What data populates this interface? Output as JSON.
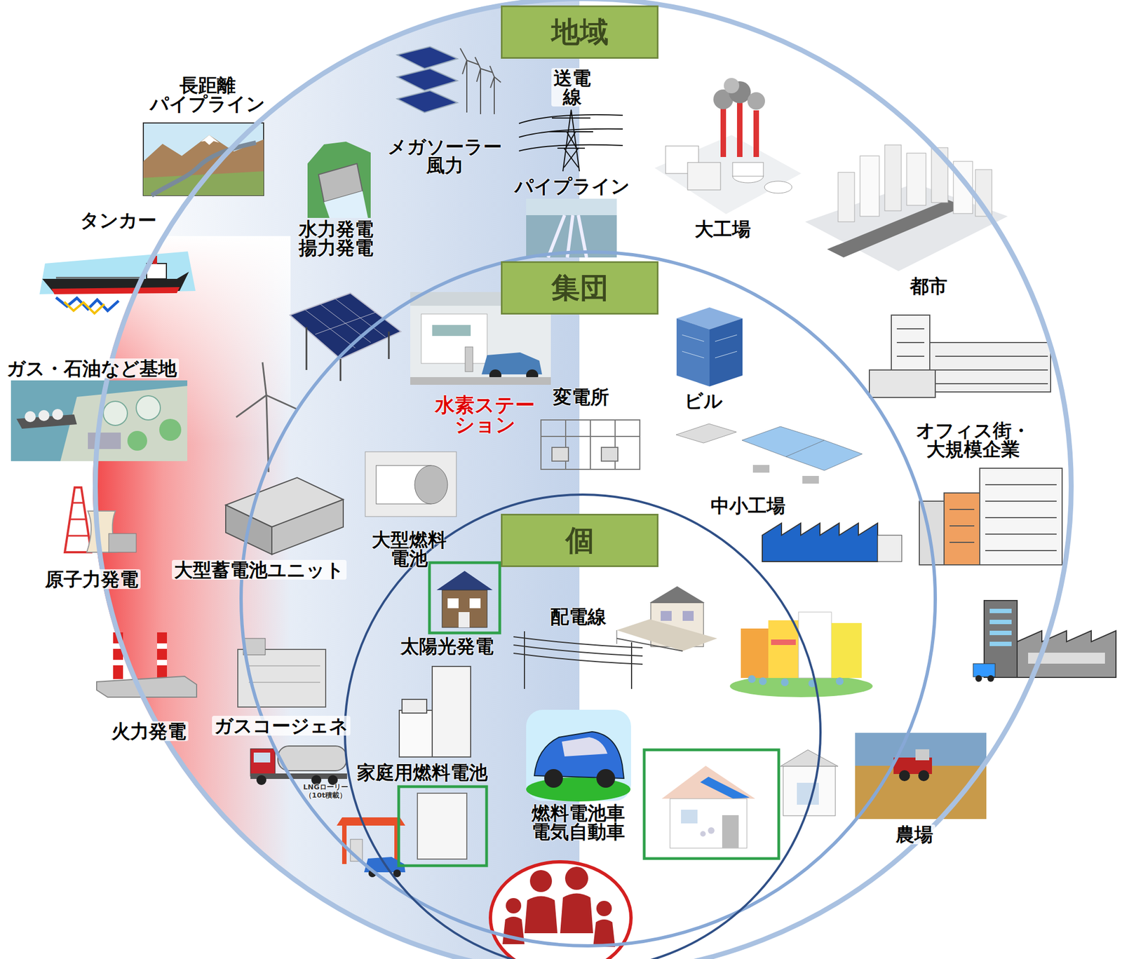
{
  "diagram": {
    "nodes": [
      {
        "text": [
          "地域"
        ]
      },
      {
        "text": [
          "集団"
        ],
        "in": 0
      },
      {
        "text": [
          "個"
        ],
        "in": 1
      }
    ],
    "labels": [
      "長距離 パイプライン",
      "送電 線",
      "メガソーラー 風力",
      "パイプライン",
      "大工場",
      "タンカー",
      "水力発電 揚力発電",
      "都市",
      "ガス・石油など基地",
      "変電所",
      "ビル",
      "水素ステー ション",
      "オフィス街・ 大規模企業",
      "中小工場",
      "大型燃料 電池",
      "大型蓄電池ユニット",
      "原子力発電",
      "配電線",
      "太陽光発電",
      "ガスコージェネ",
      "火力発電",
      "家庭用燃料電池",
      "LNGローリー （10t積載）",
      "燃料電池車 電気自動車",
      "農場"
    ]
  }
}
